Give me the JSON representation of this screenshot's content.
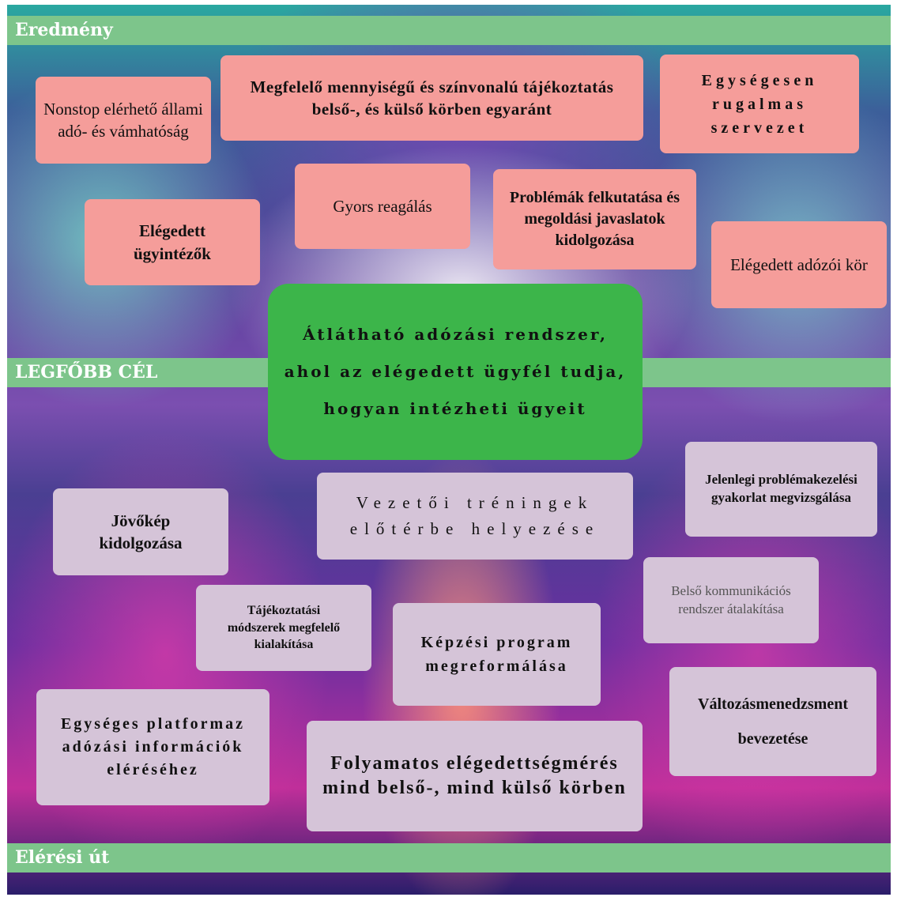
{
  "sections": {
    "top": "Eredmény",
    "middle": "LEGFŐBB CÉL",
    "bottom": "Elérési út"
  },
  "goal": {
    "text": "Átlátható adózási rendszer, ahol az elégedett ügyfél tudja, hogyan intézheti ügyeit"
  },
  "results": {
    "nonstop": "Nonstop elérhető állami adó- és vámhatóság",
    "information": "Megfelelő mennyiségű és színvonalú tájékoztatás belső-, és külső körben egyaránt",
    "flexible": "Egységesen rugalmas szervezet",
    "quick": "Gyors reagálás",
    "problems": "Problémák felkutatása és megoldási javaslatok kidolgozása",
    "satisfied_staff": "Elégedett ügyintézők",
    "satisfied_taxpayers": "Elégedett adózói kör"
  },
  "paths": {
    "vision": "Jövőkép kidolgozása",
    "leader_training": "Vezetői tréningek előtérbe helyezése",
    "problem_practice": "Jelenlegi problémakezelési gyakorlat megvizsgálása",
    "internal_comm": "Belső kommunikációs rendszer átalakítása",
    "info_methods": "Tájékoztatási módszerek megfelelő kialakítása",
    "training_program": "Képzési program megreformálása",
    "change_mgmt": "Változásmenedzsment bevezetése",
    "platform": "Egységes platformaz adózási információk eléréséhez",
    "satisfaction": "Folyamatos elégedettségmérés mind belső-, mind külső körben"
  }
}
